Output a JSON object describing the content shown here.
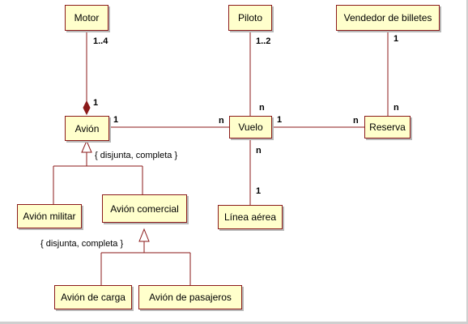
{
  "classes": {
    "motor": "Motor",
    "piloto": "Piloto",
    "vendedor": "Vendedor de billetes",
    "avion": "Avión",
    "vuelo": "Vuelo",
    "reserva": "Reserva",
    "avion_militar": "Avión militar",
    "avion_comercial": "Avión comercial",
    "linea_aerea": "Línea aérea",
    "avion_carga": "Avión de carga",
    "avion_pasajeros": "Avión de pasajeros"
  },
  "multiplicities": {
    "motor_side": "1..4",
    "avion_motor_side": "1",
    "piloto_side": "1..2",
    "vendedor_side": "1",
    "avion_vuelo_avion": "1",
    "avion_vuelo_vuelo": "n",
    "vuelo_piloto": "n",
    "vuelo_reserva_vuelo": "1",
    "vuelo_reserva_reserva": "n",
    "reserva_vendedor": "n",
    "vuelo_linea": "n",
    "linea_side": "1"
  },
  "constraints": {
    "avion_generalization": "{ disjunta, completa }",
    "comercial_generalization": "{ disjunta, completa }"
  },
  "colors": {
    "class_fill": "#ffffcc",
    "line": "#8b1a1a",
    "shadow": "#b8b8b8"
  }
}
